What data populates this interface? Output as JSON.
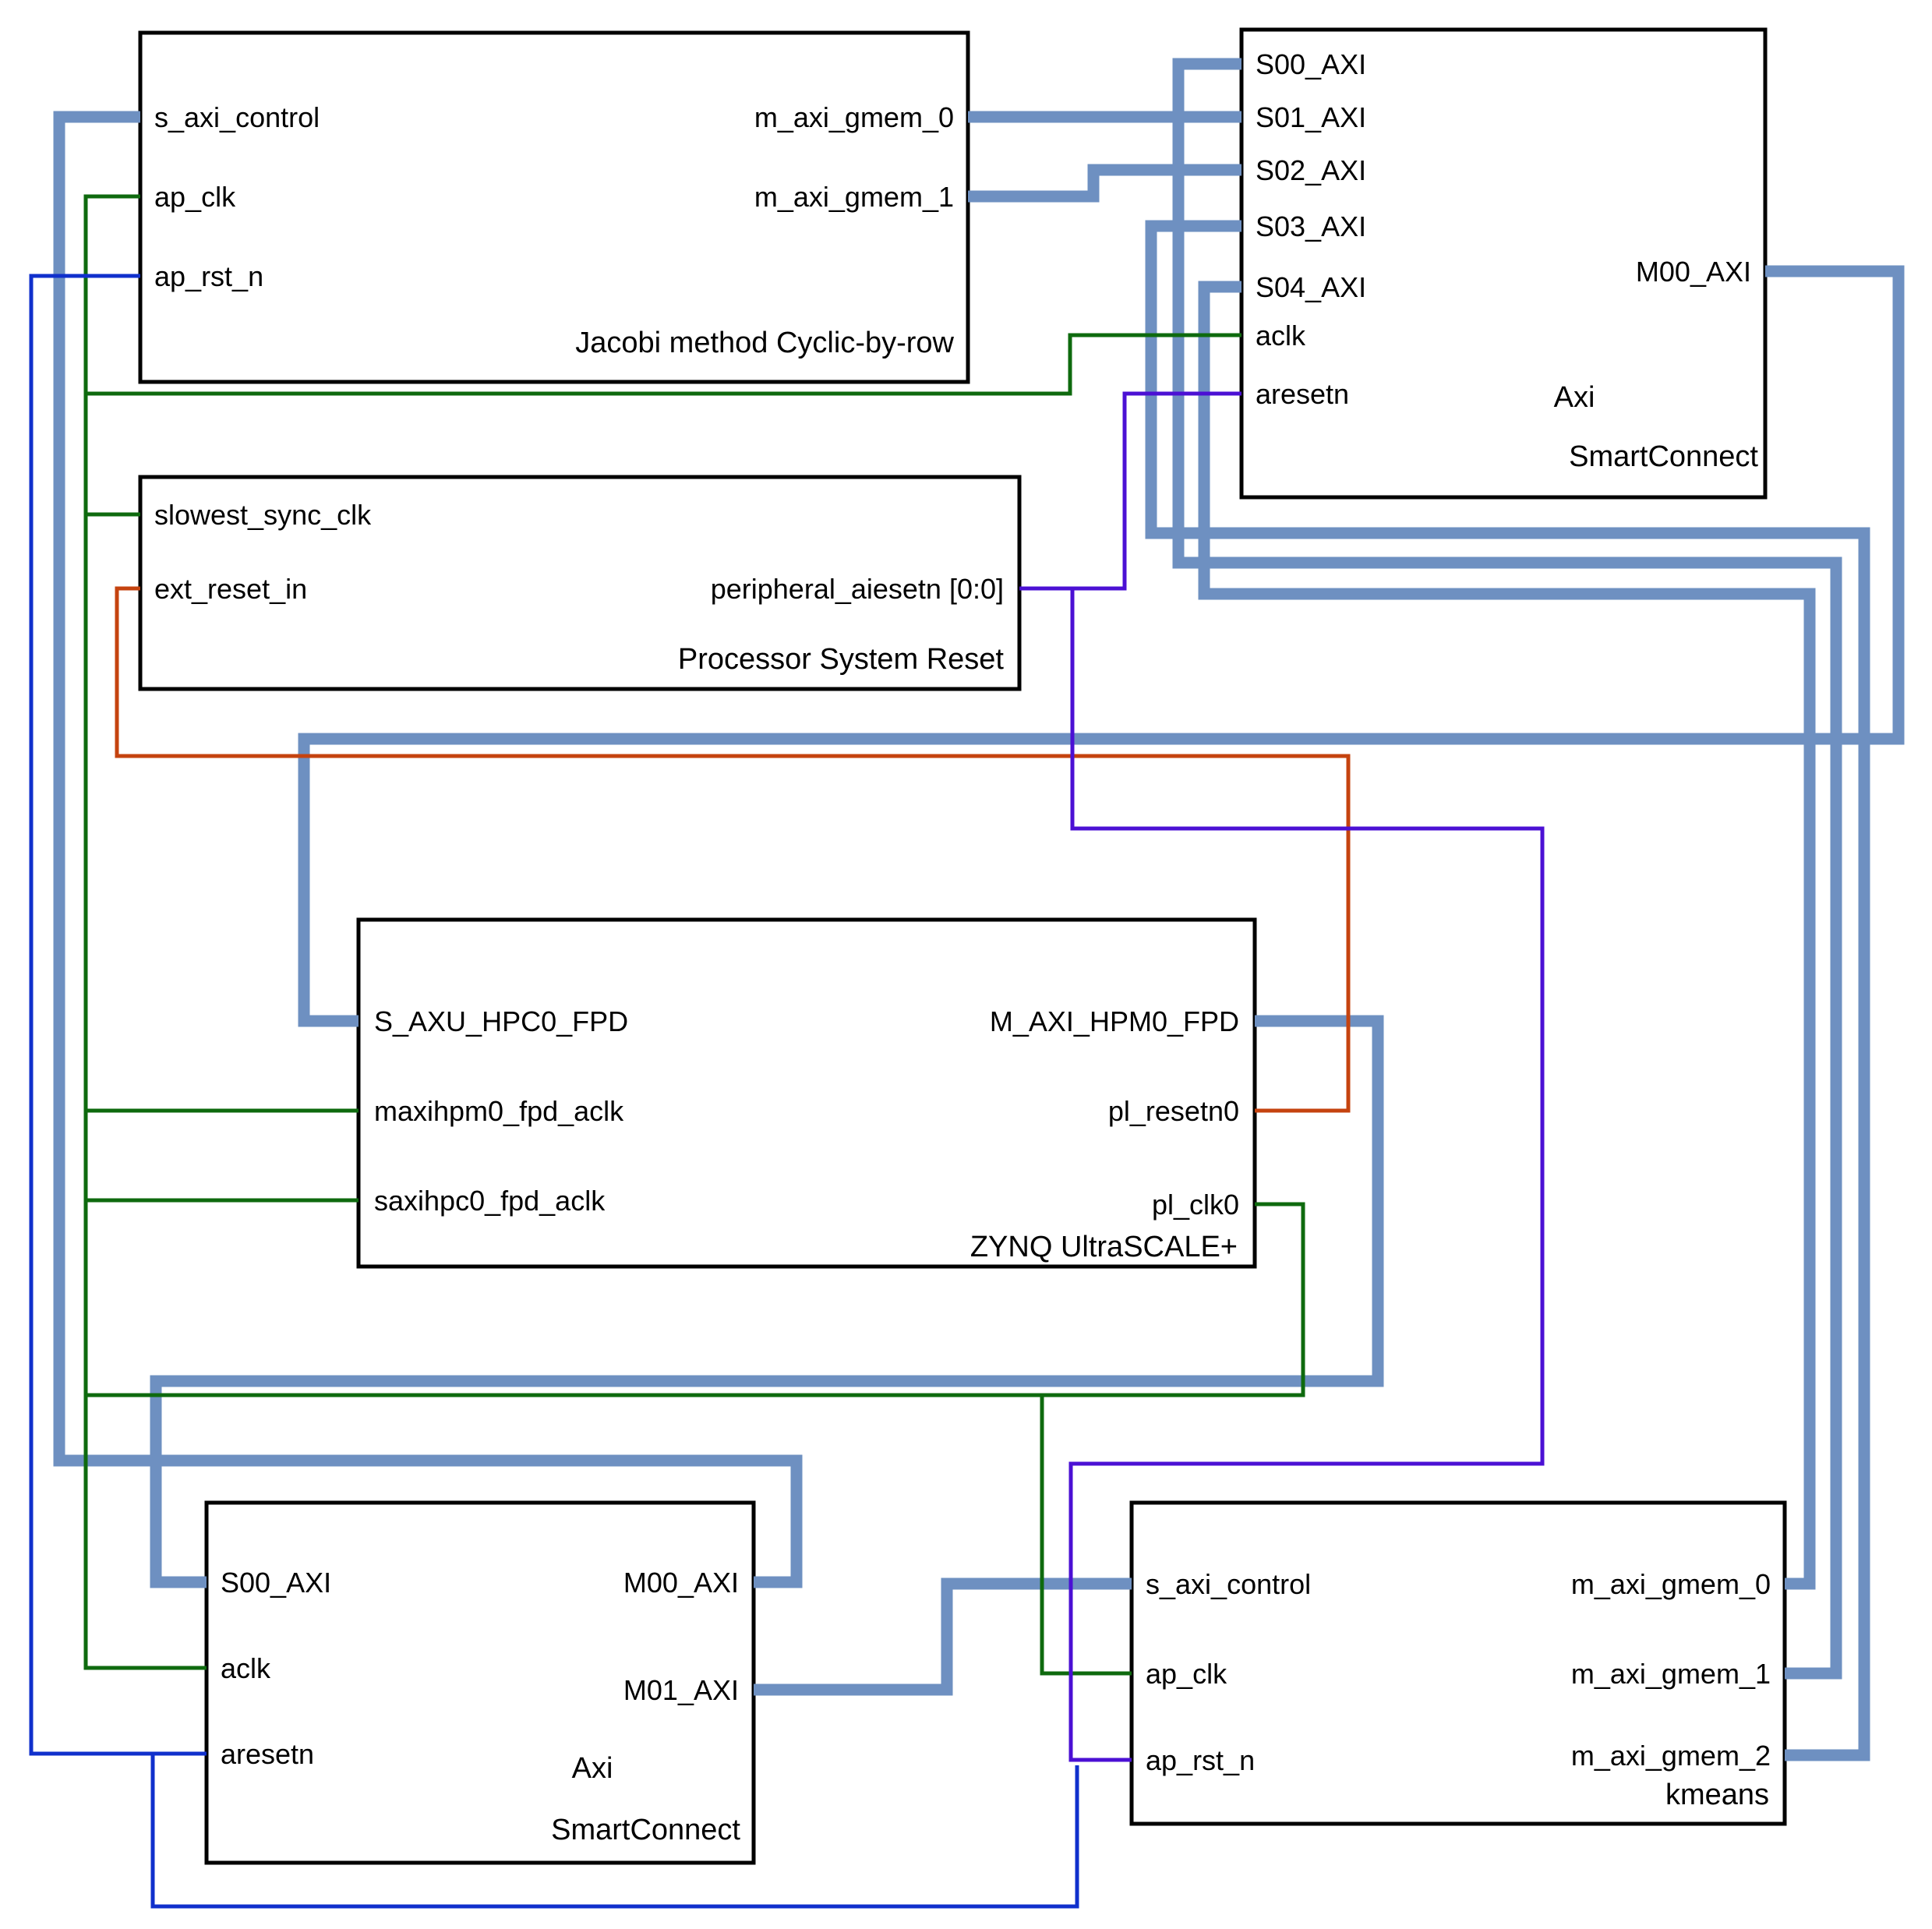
{
  "canvas": {
    "background": "#ffffff"
  },
  "wire_colors": {
    "axi_bus": "#6e90c1",
    "clock": "#0e6a0e",
    "reset": "#1030cc",
    "peripheral_reset": "#4b10d4",
    "external_reset": "#c5430f",
    "block_border": "#000000"
  },
  "blocks": {
    "jacobi": {
      "title": "Jacobi method Cyclic-by-row",
      "left_ports": [
        "s_axi_control",
        "ap_clk",
        "ap_rst_n"
      ],
      "right_ports": [
        "m_axi_gmem_0",
        "m_axi_gmem_1"
      ]
    },
    "axi_smartconnect_top": {
      "title_line1": "Axi",
      "title_line2": "SmartConnect",
      "left_ports": [
        "S00_AXI",
        "S01_AXI",
        "S02_AXI",
        "S03_AXI",
        "S04_AXI",
        "aclk",
        "aresetn"
      ],
      "right_ports": [
        "M00_AXI"
      ]
    },
    "proc_sys_reset": {
      "title": "Processor System Reset",
      "left_ports": [
        "slowest_sync_clk",
        "ext_reset_in"
      ],
      "right_ports": [
        "peripheral_aiesetn [0:0]"
      ]
    },
    "zynq": {
      "title": "ZYNQ UltraSCALE+",
      "left_ports": [
        "S_AXU_HPC0_FPD",
        "maxihpm0_fpd_aclk",
        "saxihpc0_fpd_aclk"
      ],
      "right_ports": [
        "M_AXI_HPM0_FPD",
        "pl_resetn0",
        "pl_clk0"
      ]
    },
    "axi_smartconnect_bottom": {
      "title_line1": "Axi",
      "title_line2": "SmartConnect",
      "left_ports": [
        "S00_AXI",
        "aclk",
        "aresetn"
      ],
      "right_ports": [
        "M00_AXI",
        "M01_AXI"
      ]
    },
    "kmeans": {
      "title": "kmeans",
      "left_ports": [
        "s_axi_control",
        "ap_clk",
        "ap_rst_n"
      ],
      "right_ports": [
        "m_axi_gmem_0",
        "m_axi_gmem_1",
        "m_axi_gmem_2"
      ]
    }
  }
}
